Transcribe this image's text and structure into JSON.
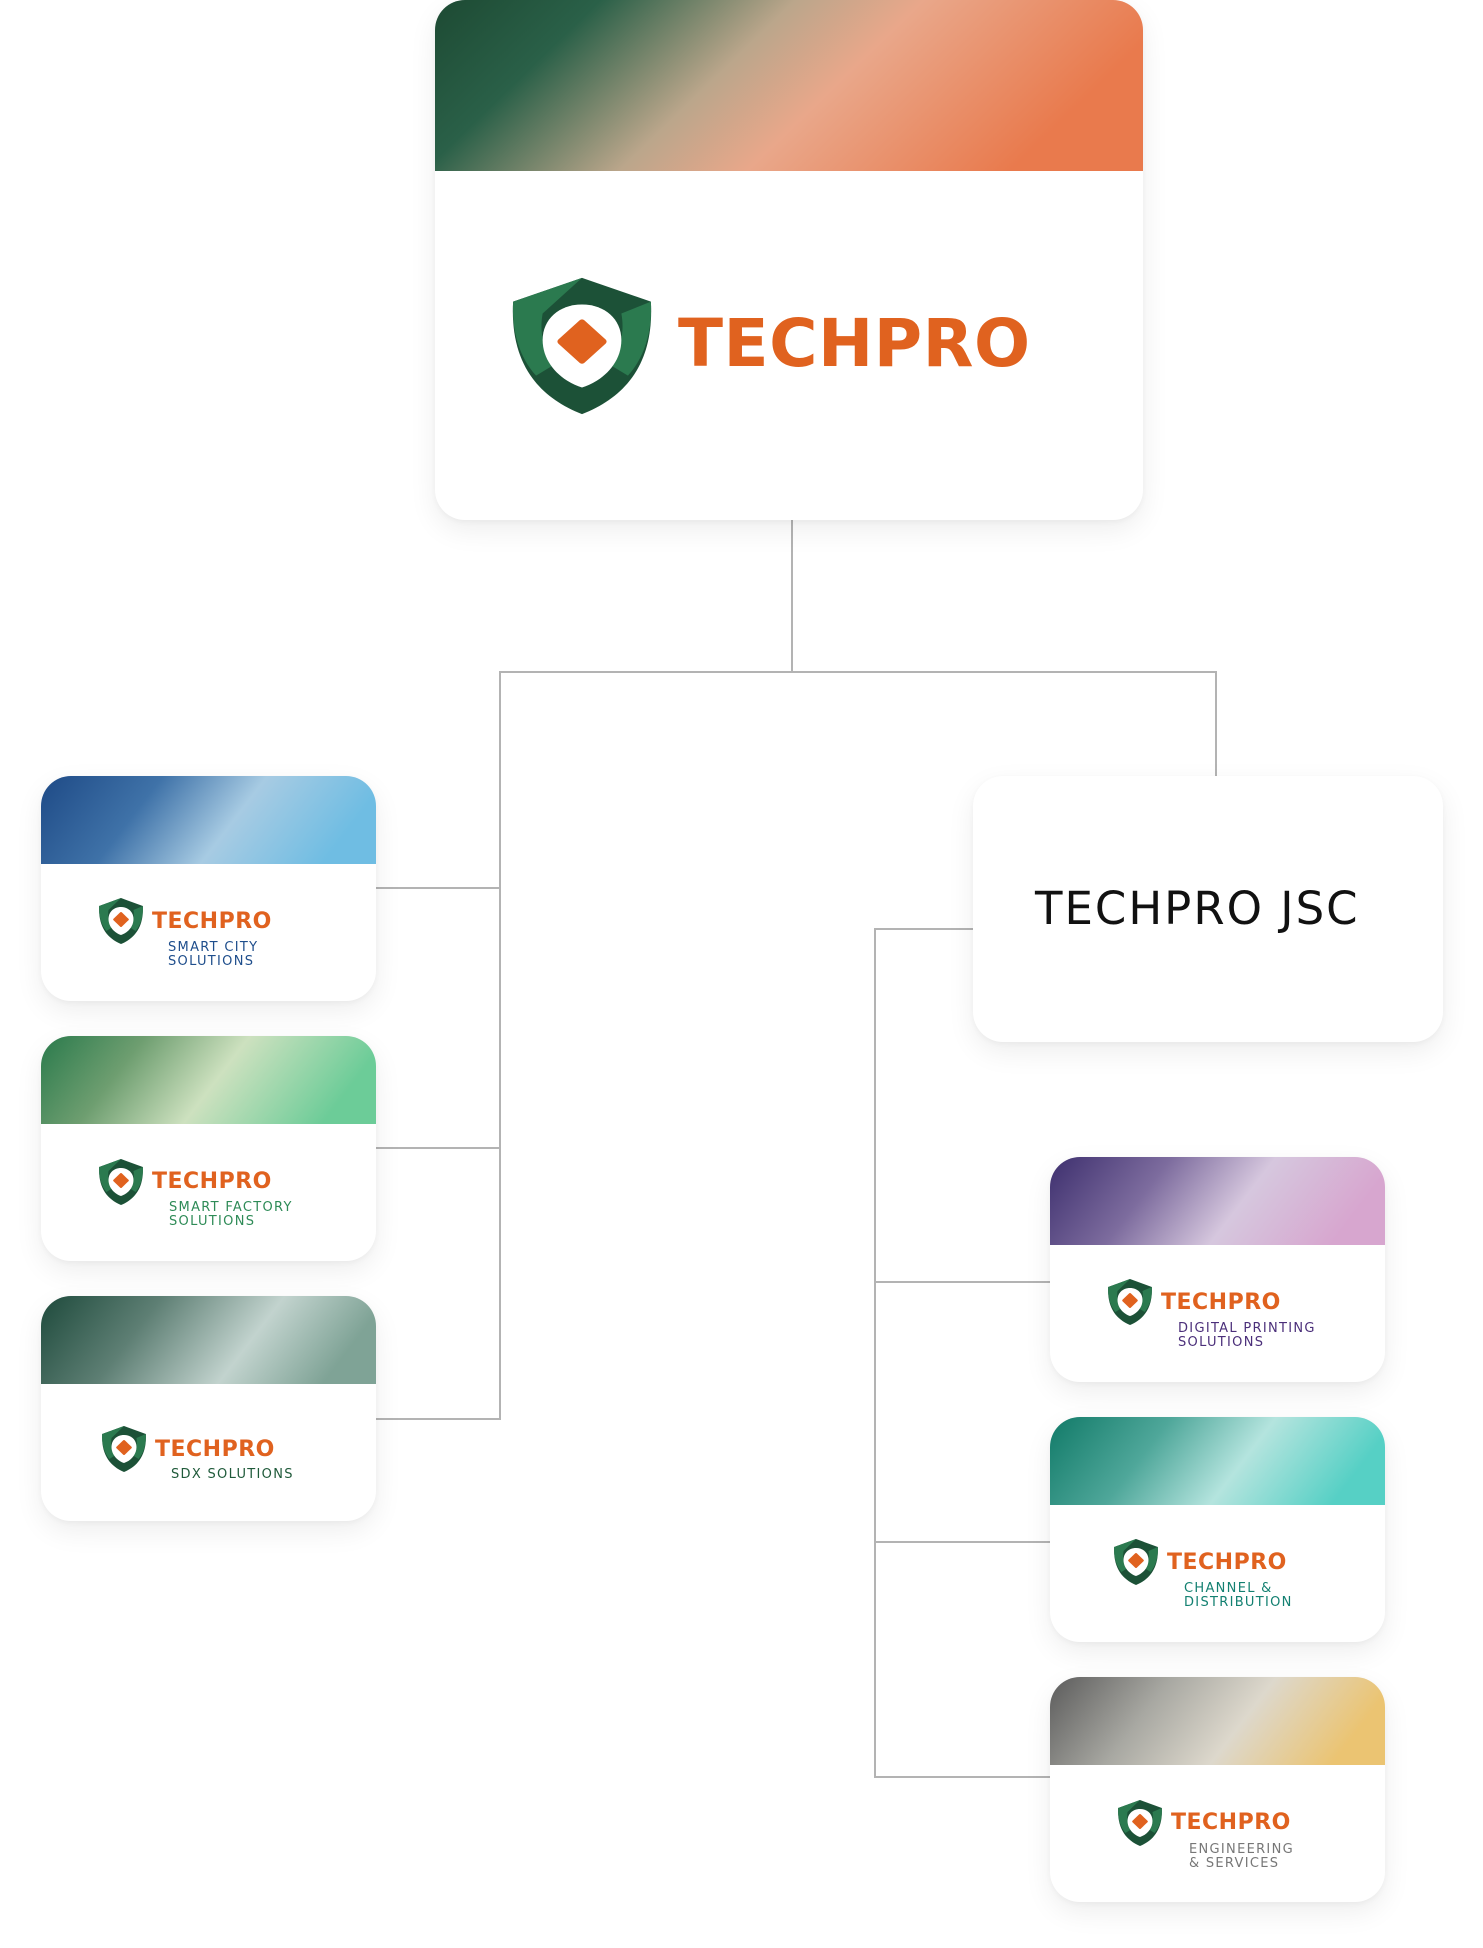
{
  "root": {
    "brand": "TECHPRO",
    "colors": {
      "shield_dark": "#1c5137",
      "shield_light": "#2b7a4f",
      "diamond": "#e0621f",
      "wordmark": "#e0621f"
    }
  },
  "parent_company": {
    "title": "TECHPRO JSC"
  },
  "left_units": [
    {
      "brand": "TECHPRO",
      "line1": "SMART CITY",
      "line2": "SOLUTIONS",
      "text_color": "#1f4e8c"
    },
    {
      "brand": "TECHPRO",
      "line1": "SMART FACTORY",
      "line2": "SOLUTIONS",
      "text_color": "#2e8b57"
    },
    {
      "brand": "TECHPRO",
      "line1": "SDX SOLUTIONS",
      "line2": "",
      "text_color": "#1f5a3a"
    }
  ],
  "right_units": [
    {
      "brand": "TECHPRO",
      "line1": "DIGITAL PRINTING",
      "line2": "SOLUTIONS",
      "text_color": "#4b2f7a"
    },
    {
      "brand": "TECHPRO",
      "line1": "CHANNEL &",
      "line2": "DISTRIBUTION",
      "text_color": "#138071"
    },
    {
      "brand": "TECHPRO",
      "line1": "ENGINEERING",
      "line2": "& SERVICES",
      "text_color": "#777777"
    }
  ]
}
